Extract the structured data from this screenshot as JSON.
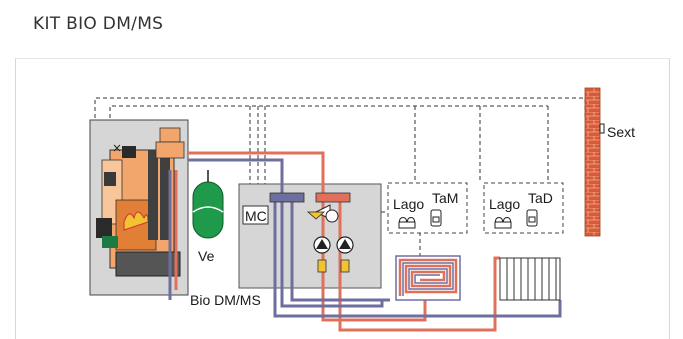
{
  "page": {
    "title": "KIT BIO DM/MS"
  },
  "diagram": {
    "sensor_ext": "Sext",
    "expansion_vessel": "Ve",
    "control_unit": "MC",
    "module_label": "Bio DM/MS",
    "zone_1": {
      "thermostat": "Lago",
      "sensor": "TaM"
    },
    "zone_2": {
      "thermostat": "Lago",
      "sensor": "TaD"
    },
    "colors": {
      "flow": "#e0705a",
      "return": "#6d6f9e",
      "panel": "#d6d6d6",
      "boiler_body": "#f3a66b",
      "vessel": "#1f9a4a",
      "brick": "#d95a36"
    }
  }
}
